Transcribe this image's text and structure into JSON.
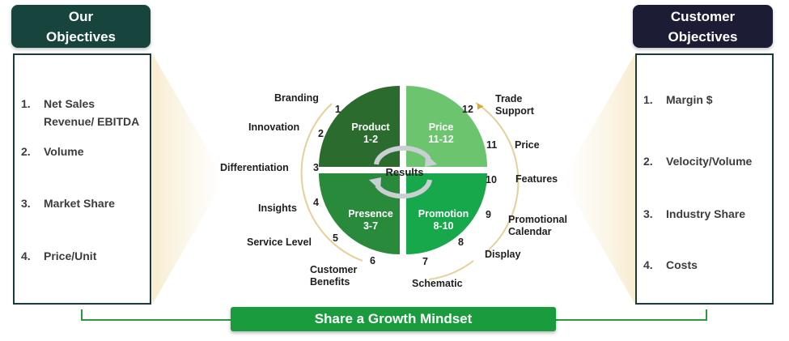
{
  "our_objectives": {
    "title_line1": "Our",
    "title_line2": "Objectives",
    "items": [
      {
        "num": "1.",
        "line1": "Net Sales",
        "line2": "Revenue/ EBITDA"
      },
      {
        "num": "2.",
        "line1": "Volume"
      },
      {
        "num": "3.",
        "line1": "Market Share"
      },
      {
        "num": "4.",
        "line1": "Price/Unit"
      }
    ]
  },
  "customer_objectives": {
    "title_line1": "Customer",
    "title_line2": "Objectives",
    "items": [
      {
        "num": "1.",
        "line1": "Margin $"
      },
      {
        "num": "2.",
        "line1": "Velocity/Volume"
      },
      {
        "num": "3.",
        "line1": "Industry Share"
      },
      {
        "num": "4.",
        "line1": "Costs"
      }
    ]
  },
  "wheel": {
    "center": "Results",
    "quadrants": {
      "product": {
        "name": "Product",
        "range": "1-2"
      },
      "price": {
        "name": "Price",
        "range": "11-12"
      },
      "presence": {
        "name": "Presence",
        "range": "3-7"
      },
      "promotion": {
        "name": "Promotion",
        "range": "8-10"
      }
    },
    "steps": [
      {
        "n": "1",
        "label": "Branding"
      },
      {
        "n": "2",
        "label": "Innovation"
      },
      {
        "n": "3",
        "label": "Differentiation"
      },
      {
        "n": "4",
        "label": "Insights"
      },
      {
        "n": "5",
        "label": "Service Level"
      },
      {
        "n": "6",
        "label_line1": "Customer",
        "label_line2": "Benefits"
      },
      {
        "n": "7",
        "label": "Schematic"
      },
      {
        "n": "8",
        "label": "Display"
      },
      {
        "n": "9",
        "label_line1": "Promotional",
        "label_line2": "Calendar"
      },
      {
        "n": "10",
        "label": "Features"
      },
      {
        "n": "11",
        "label": "Price"
      },
      {
        "n": "12",
        "label_line1": "Trade",
        "label_line2": "Support"
      }
    ]
  },
  "banner": "Share a Growth Mindset",
  "colors": {
    "our_header": "#17443d",
    "customer_header": "#1c1c35",
    "product": "#2b6b2e",
    "price": "#6cc46f",
    "presence": "#2a8a3c",
    "promotion": "#16a84a",
    "banner": "#1a9b3e",
    "arc": "#e3c98a"
  }
}
